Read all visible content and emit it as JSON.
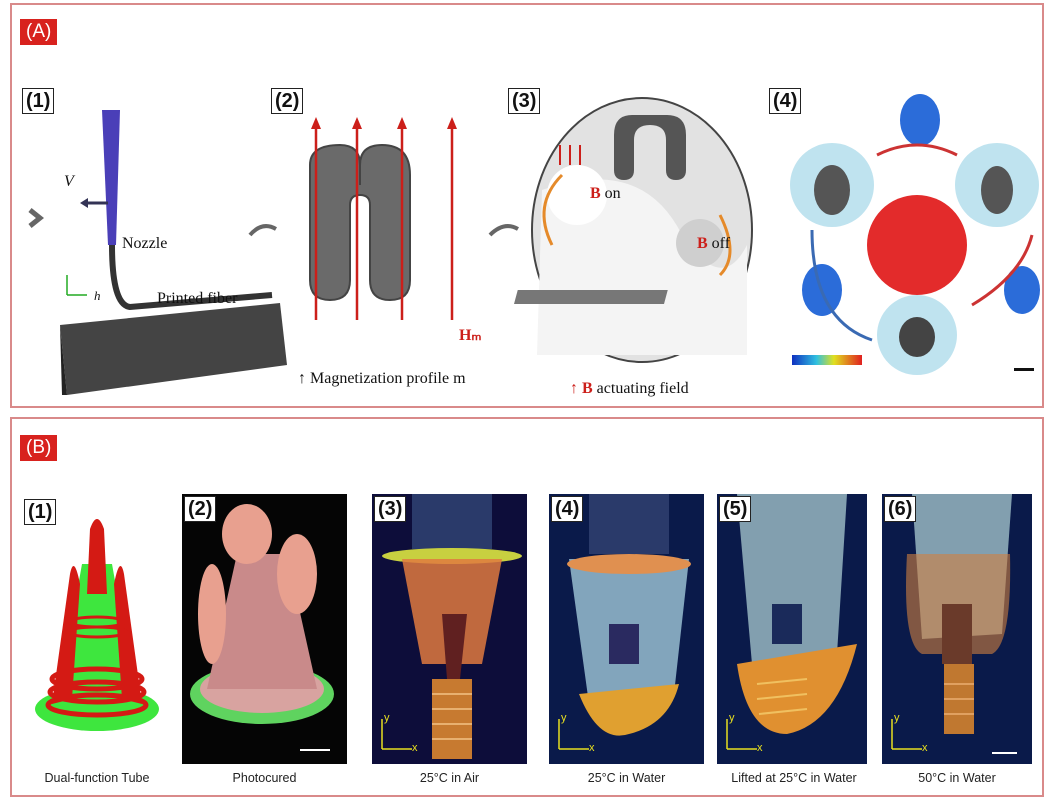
{
  "panelA": {
    "tag": "(A)",
    "step1": {
      "num": "(1)",
      "nozzle": "Nozzle",
      "fiber": "Printed fiber",
      "v": "V",
      "h": "h"
    },
    "step2": {
      "num": "(2)",
      "h_label": "Hₘ",
      "caption": "Magnetization profile m"
    },
    "step3": {
      "num": "(3)",
      "b_on": "on",
      "b_off": "off",
      "b": "B",
      "caption": "actuating field"
    },
    "step4": {
      "num": "(4)"
    }
  },
  "panelB": {
    "tag": "(B)",
    "items": [
      {
        "num": "(1)",
        "caption": "Dual-function Tube"
      },
      {
        "num": "(2)",
        "caption": "Photocured"
      },
      {
        "num": "(3)",
        "caption": "25°C in Air"
      },
      {
        "num": "(4)",
        "caption": "25°C in Water"
      },
      {
        "num": "(5)",
        "caption": "Lifted at 25°C in Water"
      },
      {
        "num": "(6)",
        "caption": "50°C in Water"
      }
    ],
    "axis_x": "x",
    "axis_y": "y"
  },
  "colors": {
    "tag_red": "#d8221e",
    "border": "#d98a8a",
    "field_red": "#cc1f1a",
    "tube_green": "#3ee63e",
    "tube_red": "#d41a14"
  }
}
